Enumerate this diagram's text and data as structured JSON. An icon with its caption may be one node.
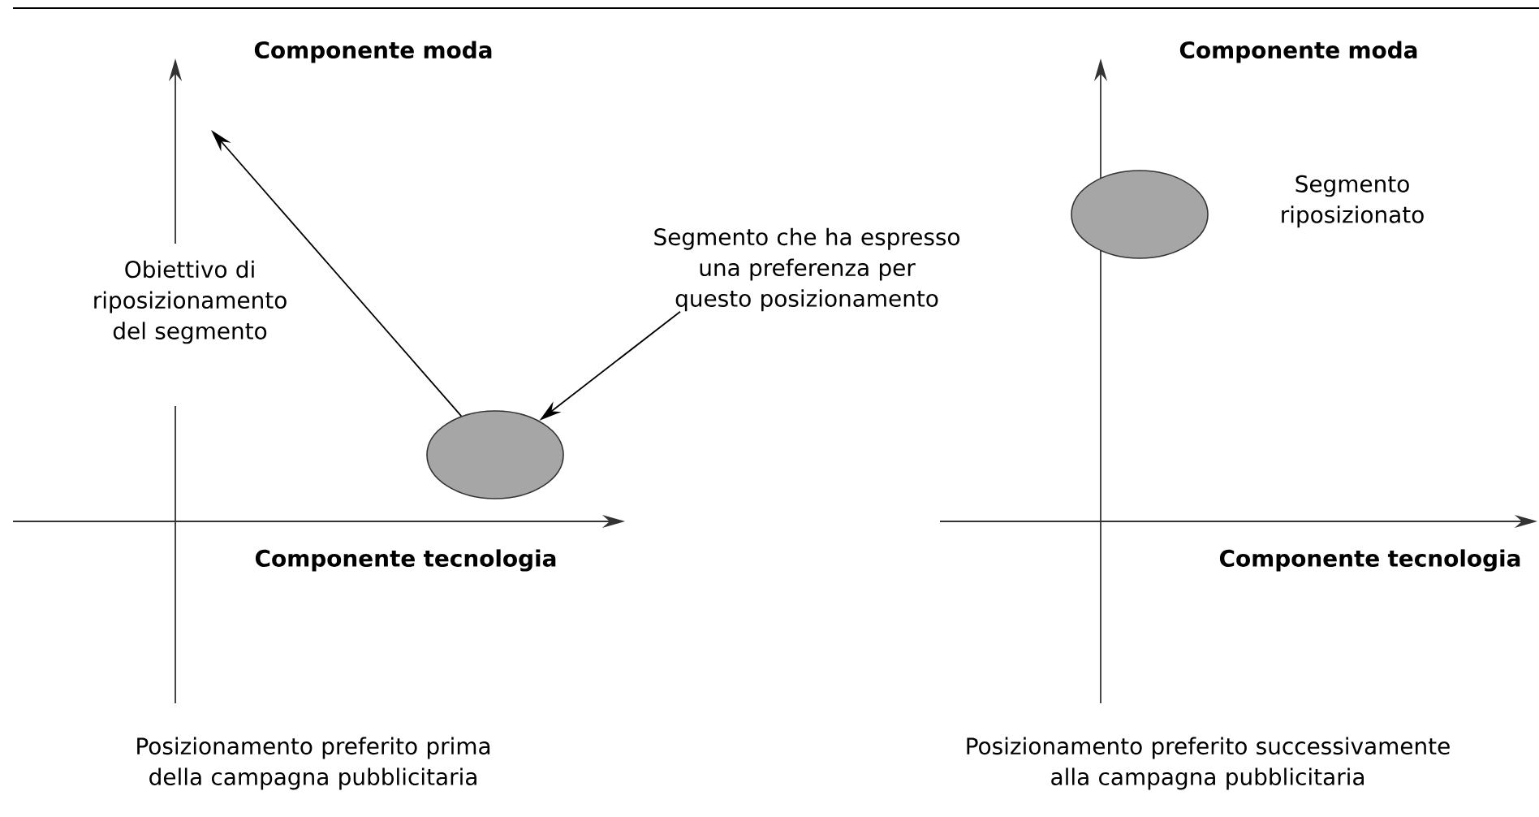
{
  "diagram": {
    "nodes": [
      {
        "text": [],
        "shape": "ellipse"
      },
      {
        "text": [
          "Segmento che ha espresso una preferenza per questo posizionamento"
        ]
      },
      {
        "text": [],
        "shape": "ellipse",
        "beside": [
          "Segmento riposizionato"
        ]
      }
    ],
    "edges": [
      {
        "from": 1,
        "to": 0,
        "arrow": "to"
      },
      {
        "from": 0,
        "to": null,
        "arrow": "to"
      }
    ],
    "labels": [
      "Componente moda",
      "Componente moda",
      "Obiettivo di riposizionamento del segmento",
      "Componente tecnologia",
      "Componente tecnologia",
      "Posizionamento preferito prima della campagna pubblicitaria",
      "Posizionamento preferito successivamente alla campagna pubblicitaria"
    ]
  }
}
